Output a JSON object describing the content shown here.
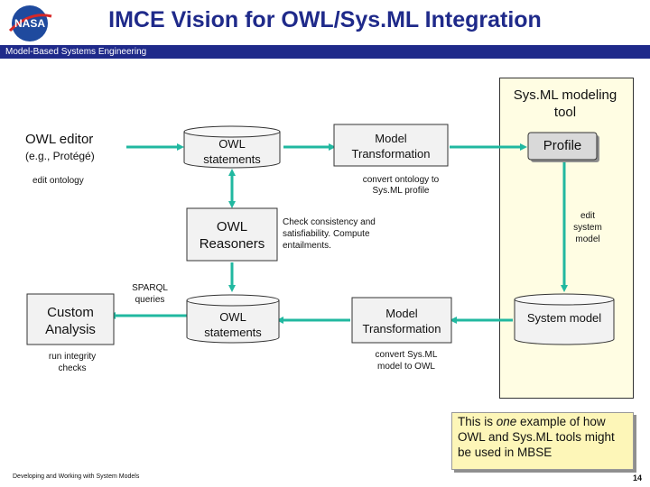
{
  "title": "IMCE Vision for OWL/Sys.ML Integration",
  "subtitle": "Model-Based Systems Engineering",
  "logo": {
    "text": "NASA",
    "color": "#1f4a9e"
  },
  "colors": {
    "accent": "#1f2a8a",
    "arrow": "#21b8a0",
    "node_fill": "#f2f2f2",
    "callout_fill": "#fdf6b8"
  },
  "nodes": {
    "sysml_tool": "Sys.ML modeling tool",
    "owl_editor": "OWL editor",
    "owl_editor_sub": "(e.g., Protégé)",
    "owl_statements_top": "OWL statements",
    "model_transform_top": "Model Transformation",
    "profile": "Profile",
    "owl_reasoners": "OWL Reasoners",
    "custom_analysis": "Custom Analysis",
    "owl_statements_bottom": "OWL statements",
    "model_transform_bottom": "Model Transformation",
    "system_model": "System model"
  },
  "edges": {
    "edit_ontology": "edit ontology",
    "convert_ontology": "convert ontology to Sys.ML profile",
    "check_consistency": "Check consistency and satisfiability. Compute entailments.",
    "edit_system_model": "edit system model",
    "sparql_queries": "SPARQL queries",
    "run_integrity": "run integrity checks",
    "convert_sysml": "convert Sys.ML model to OWL"
  },
  "callout": {
    "prefix": "This is ",
    "emphasis": "one",
    "suffix": " example of how OWL and Sys.ML tools might be used in MBSE"
  },
  "footer": "Developing and Working with System Models",
  "page_number": "14"
}
